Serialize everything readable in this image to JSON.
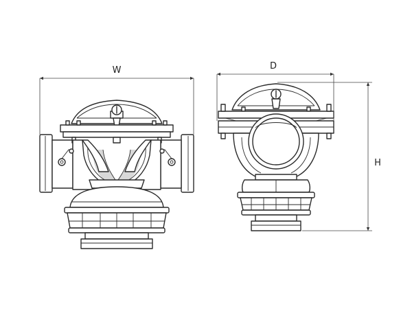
{
  "dimensions": {
    "width_label": "W",
    "depth_label": "D",
    "height_label": "H"
  }
}
